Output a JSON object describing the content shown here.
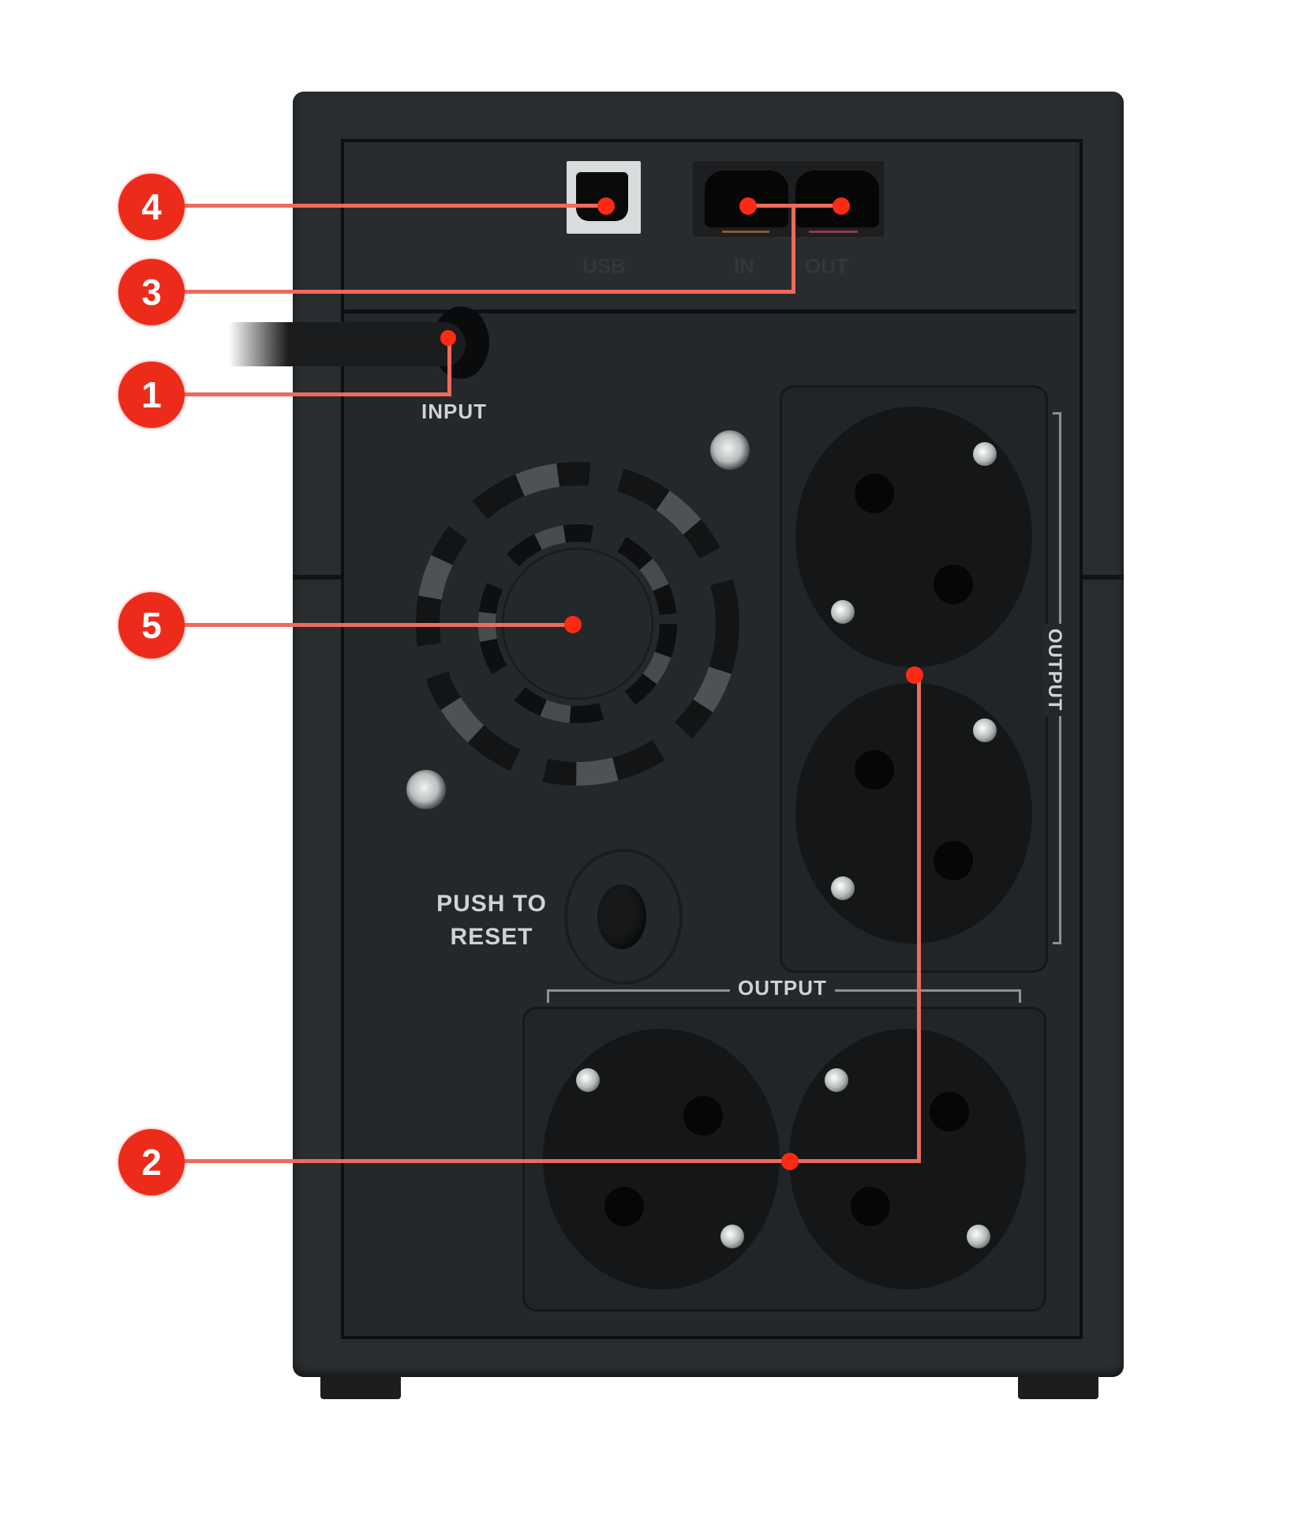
{
  "device": {
    "type": "UPS rear panel",
    "case_color": "#2a2d30",
    "accent_color": "#ec2b1a"
  },
  "panel_labels": {
    "usb": "USB",
    "rj_in": "IN",
    "rj_out": "OUT",
    "input": "INPUT",
    "reset_line1": "PUSH TO",
    "reset_line2": "RESET",
    "output_right": "OUTPUT",
    "output_bottom": "OUTPUT"
  },
  "callouts": [
    {
      "number": "1",
      "target": "input power cable"
    },
    {
      "number": "2",
      "target": "output sockets"
    },
    {
      "number": "3",
      "target": "RJ45 IN/OUT ports"
    },
    {
      "number": "4",
      "target": "USB port"
    },
    {
      "number": "5",
      "target": "cooling fan"
    }
  ]
}
